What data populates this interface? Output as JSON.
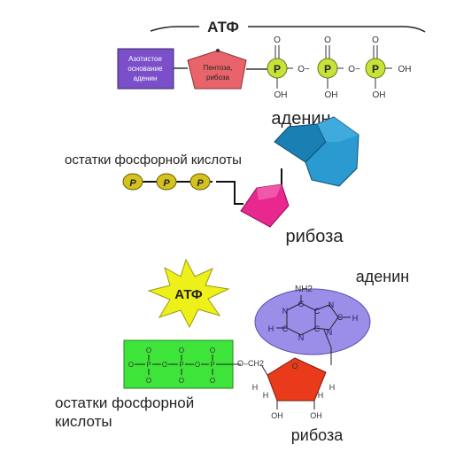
{
  "panel1": {
    "title": "АТФ",
    "base_line1": "Азотистое",
    "base_line2": "основание",
    "base_line3": "аденин",
    "pentose_line1": "Пентоза,",
    "pentose_line2": "рибоза",
    "phosphorus": "P",
    "oxygen": "O",
    "hydroxyl": "OH",
    "bridge": "O~",
    "colors": {
      "base": "#7a4fc9",
      "pentose": "#e9646a",
      "phosphate": "#c8e23c"
    }
  },
  "panel2": {
    "adenine_label": "аденин",
    "phosphate_label": "остатки фосфорной кислоты",
    "ribose_label": "рибоза",
    "phosphorus": "P",
    "colors": {
      "adenine": "#1f8fc4",
      "ribose": "#e8278f",
      "phosphate": "#d4c21e"
    }
  },
  "panel3": {
    "atp_label": "АТФ",
    "adenine_label": "аденин",
    "phosphate_label_line1": "остатки фосфорной",
    "phosphate_label_line2": "кислоты",
    "ribose_label": "рибоза",
    "nh2": "NH2",
    "n": "N",
    "c": "C",
    "h": "H",
    "o": "O",
    "p": "P",
    "oh": "OH",
    "ch2": "O–CH2",
    "colors": {
      "star": "#eef01a",
      "adenine": "#9a8ee8",
      "ribose": "#e93a1c",
      "phosphate": "#3fe43a"
    }
  }
}
